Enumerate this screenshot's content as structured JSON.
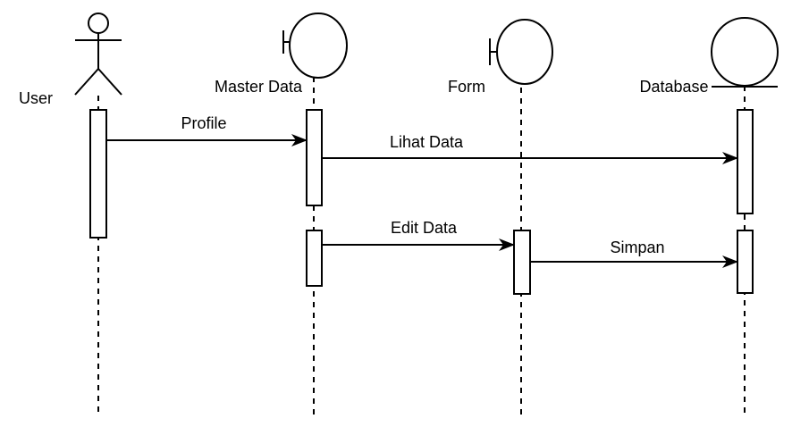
{
  "participants": {
    "user": "User",
    "master_data": "Master Data",
    "form": "Form",
    "database": "Database"
  },
  "messages": {
    "profile": "Profile",
    "lihat_data": "Lihat Data",
    "edit_data": "Edit Data",
    "simpan": "Simpan"
  }
}
